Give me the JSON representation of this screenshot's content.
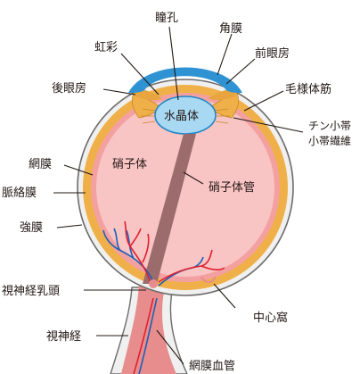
{
  "labels": {
    "pupil": "瞳孔",
    "cornea": "角膜",
    "iris": "虹彩",
    "anterior_chamber": "前眼房",
    "posterior_chamber": "後眼房",
    "ciliary_muscle": "毛様体筋",
    "lens": "水晶体",
    "zonule_line1": "チン小帯",
    "zonule_line2": "小帯繊維",
    "retina": "網膜",
    "vitreous": "硝子体",
    "choroid": "脈絡膜",
    "hyaloid_canal": "硝子体管",
    "sclera": "強膜",
    "optic_disc": "視神経乳頭",
    "fovea": "中心窩",
    "optic_nerve": "視神経",
    "retinal_vessels": "網膜血管"
  },
  "colors": {
    "sclera": "#f0f0f0",
    "sclera_outline": "#6b6b6b",
    "choroid": "#efb04a",
    "retina": "#f3a0a0",
    "vitreous": "#f8c4c4",
    "cornea": "#2f93d3",
    "lens": "#a9d8f2",
    "lens_outline": "#1f86c8",
    "hyaloid_canal": "#9c6b6b",
    "artery": "#e0202f",
    "vein": "#1d5fb5",
    "nerve": "#e88d8d",
    "text": "#231815"
  }
}
